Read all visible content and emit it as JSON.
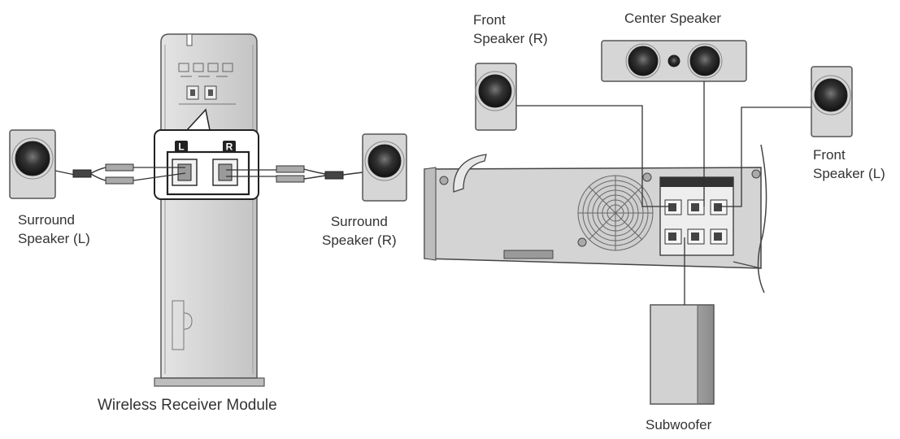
{
  "labels": {
    "surround_left": [
      "Surround",
      "Speaker (L)"
    ],
    "surround_right": [
      "Surround",
      "Speaker (R)"
    ],
    "wireless_module": "Wireless Receiver Module",
    "front_right": [
      "Front",
      "Speaker (R)"
    ],
    "center": "Center Speaker",
    "front_left": [
      "Front",
      "Speaker (L)"
    ],
    "subwoofer": "Subwoofer"
  },
  "module_terminals": {
    "left": "L",
    "right": "R"
  },
  "colors": {
    "line": "#333333",
    "body_light": "#d9d9d9",
    "body_mid": "#bdbdbd",
    "body_dark": "#8c8c8c"
  }
}
